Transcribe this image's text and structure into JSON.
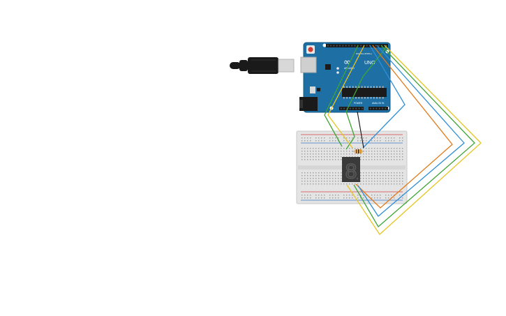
{
  "board": {
    "brand_text": "UNO",
    "maker_text": "ARDUINO",
    "logo_symbol": "∞",
    "power_header_label": "POWER",
    "analog_header_label": "ANALOG IN",
    "digital_header_label": "DIGITAL (PWM~)",
    "colors": {
      "board": "#1e6fa3",
      "board_edge": "#135a86",
      "header": "#1a1a1a",
      "chip": "#1b1b1b",
      "reset_button": "#d23b2f",
      "usb_metal": "#cfcfcf"
    }
  },
  "usb_cable": {
    "colors": {
      "plug": "#1a1a1a",
      "connector": "#d8d8d8"
    }
  },
  "display": {
    "digit": "8",
    "colors": {
      "body": "#3a3a3a",
      "segment": "#5a5a5a"
    }
  },
  "resistor": {
    "colors": {
      "body": "#d8b06a",
      "bands": [
        "#7a3b12",
        "#1a1a1a",
        "#d98a1c"
      ]
    }
  },
  "wires": [
    {
      "id": "green-inner",
      "color": "#3fa535"
    },
    {
      "id": "orange",
      "color": "#e07b1b"
    },
    {
      "id": "blue",
      "color": "#2f8fd6"
    },
    {
      "id": "green-outer",
      "color": "#3fa535"
    },
    {
      "id": "yellow-outer",
      "color": "#e6c51f"
    },
    {
      "id": "black",
      "color": "#111111"
    }
  ],
  "breadboard": {
    "colors": {
      "body": "#e4e4e4",
      "hole": "#9a9a9a",
      "rail_red": "#d7423c",
      "rail_blue": "#3a78c8"
    }
  }
}
